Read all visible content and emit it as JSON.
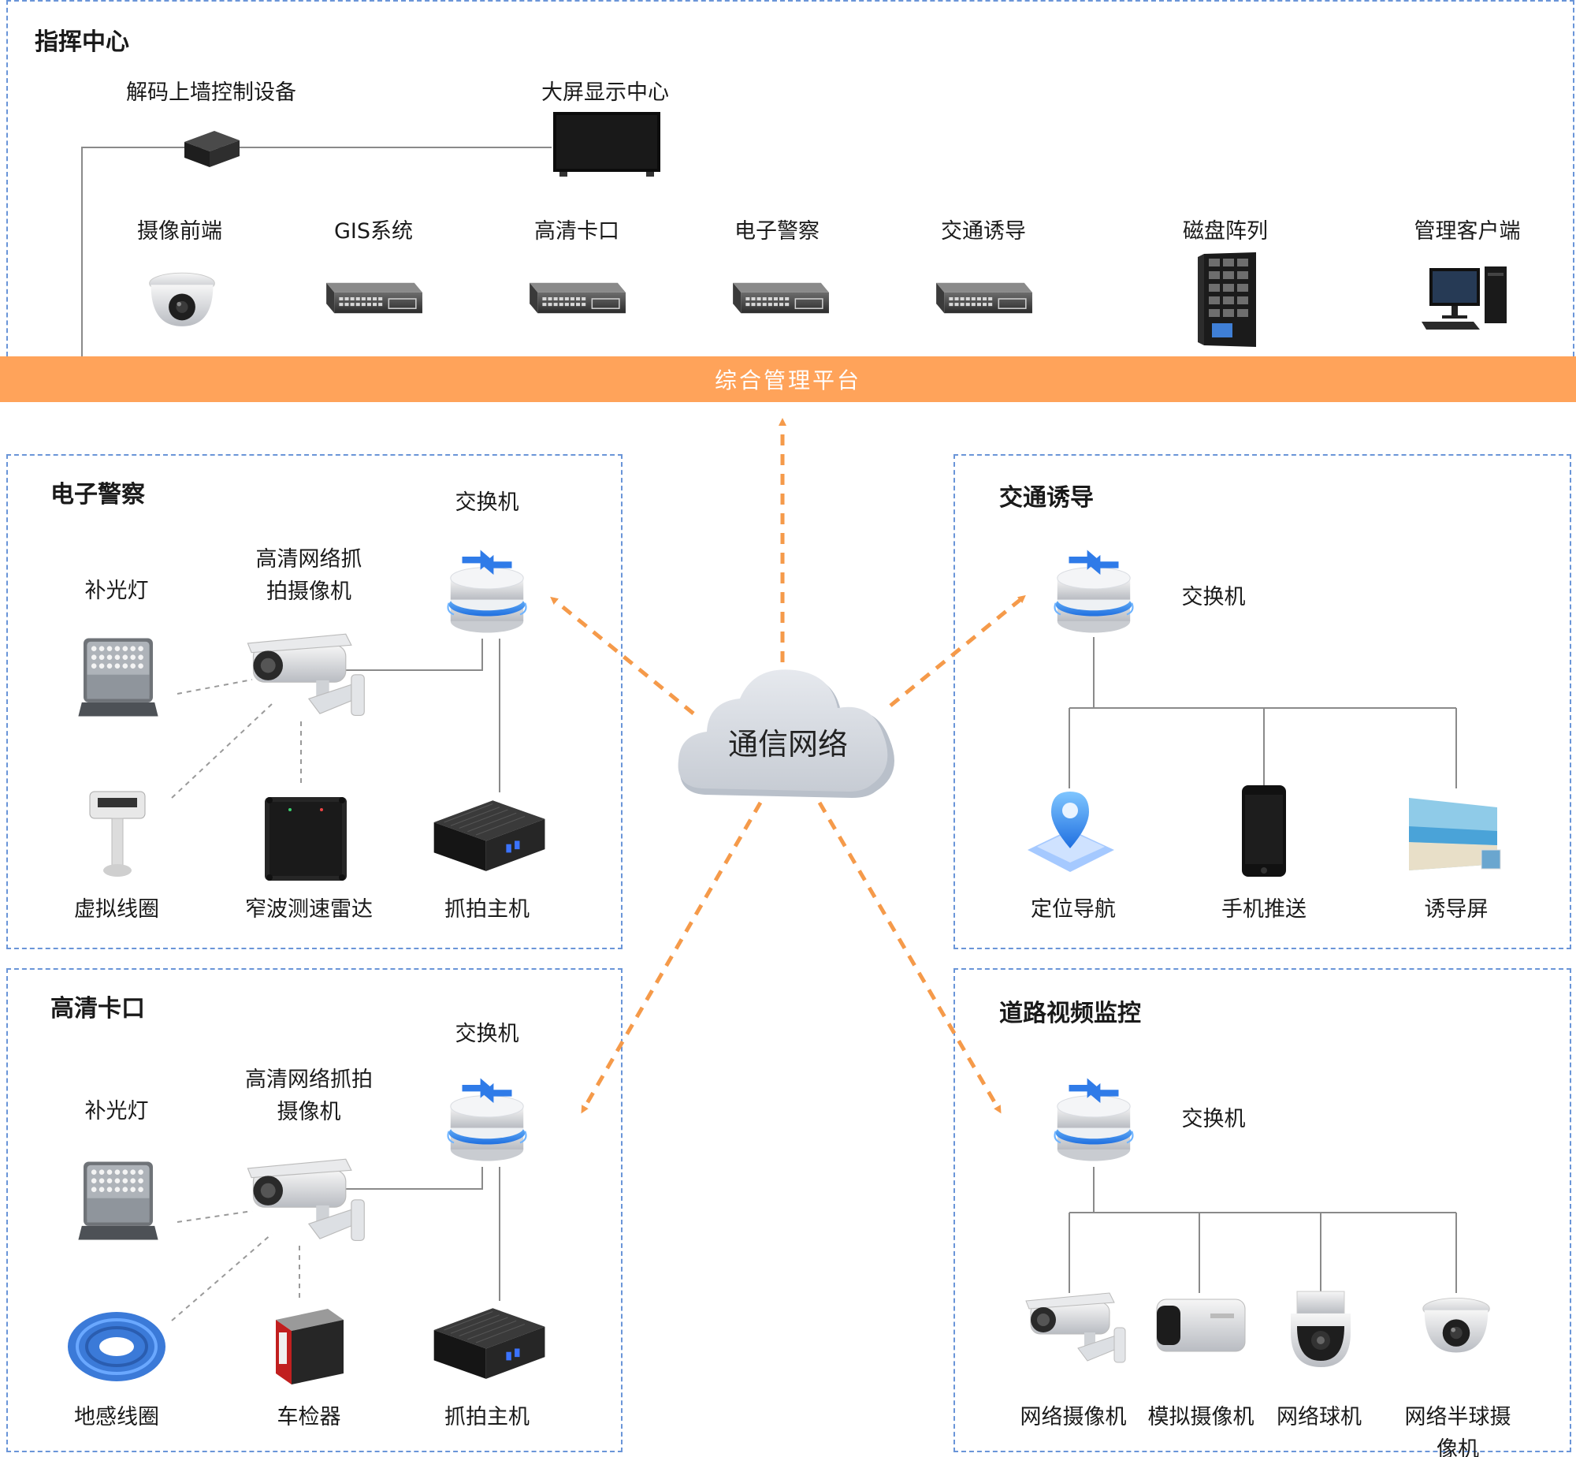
{
  "colors": {
    "dashed_border": "#6a95d8",
    "platform_bar": "#ffa35a",
    "arrow": "#f59a4a",
    "wire": "#8a8a8a",
    "cloud": "#d6dbe2",
    "switch_blue": "#2f7be8"
  },
  "command_center": {
    "title": "指挥中心",
    "decoder_label": "解码上墙控制设备",
    "screen_label": "大屏显示中心",
    "devices": [
      {
        "label": "摄像前端",
        "icon": "dome-camera-icon"
      },
      {
        "label": "GIS系统",
        "icon": "network-switch-icon"
      },
      {
        "label": "高清卡口",
        "icon": "network-switch-icon"
      },
      {
        "label": "电子警察",
        "icon": "network-switch-icon"
      },
      {
        "label": "交通诱导",
        "icon": "network-switch-icon"
      },
      {
        "label": "磁盘阵列",
        "icon": "disk-array-icon"
      },
      {
        "label": "管理客户端",
        "icon": "desktop-computer-icon"
      }
    ]
  },
  "platform": {
    "label": "综合管理平台"
  },
  "network": {
    "label": "通信网络",
    "icon": "cloud-icon"
  },
  "electronic_police": {
    "title": "电子警察",
    "switch_label": "交换机",
    "light_label": "补光灯",
    "camera_label": "高清网络抓\n拍摄像机",
    "loop_label": "虚拟线圈",
    "radar_label": "窄波测速雷达",
    "host_label": "抓拍主机"
  },
  "hd_checkpoint": {
    "title": "高清卡口",
    "switch_label": "交换机",
    "light_label": "补光灯",
    "camera_label": "高清网络抓拍\n摄像机",
    "coil_label": "地感线圈",
    "detector_label": "车检器",
    "host_label": "抓拍主机"
  },
  "traffic_guidance": {
    "title": "交通诱导",
    "switch_label": "交换机",
    "devices": [
      {
        "label": "定位导航",
        "icon": "location-navigation-icon"
      },
      {
        "label": "手机推送",
        "icon": "smartphone-icon"
      },
      {
        "label": "诱导屏",
        "icon": "guidance-screen-icon"
      }
    ]
  },
  "road_video": {
    "title": "道路视频监控",
    "switch_label": "交换机",
    "devices": [
      {
        "label": "网络摄像机",
        "icon": "box-camera-icon"
      },
      {
        "label": "模拟摄像机",
        "icon": "bullet-camera-icon"
      },
      {
        "label": "网络球机",
        "icon": "ptz-dome-icon"
      },
      {
        "label": "网络半球摄像机",
        "icon": "dome-camera-icon"
      }
    ]
  }
}
